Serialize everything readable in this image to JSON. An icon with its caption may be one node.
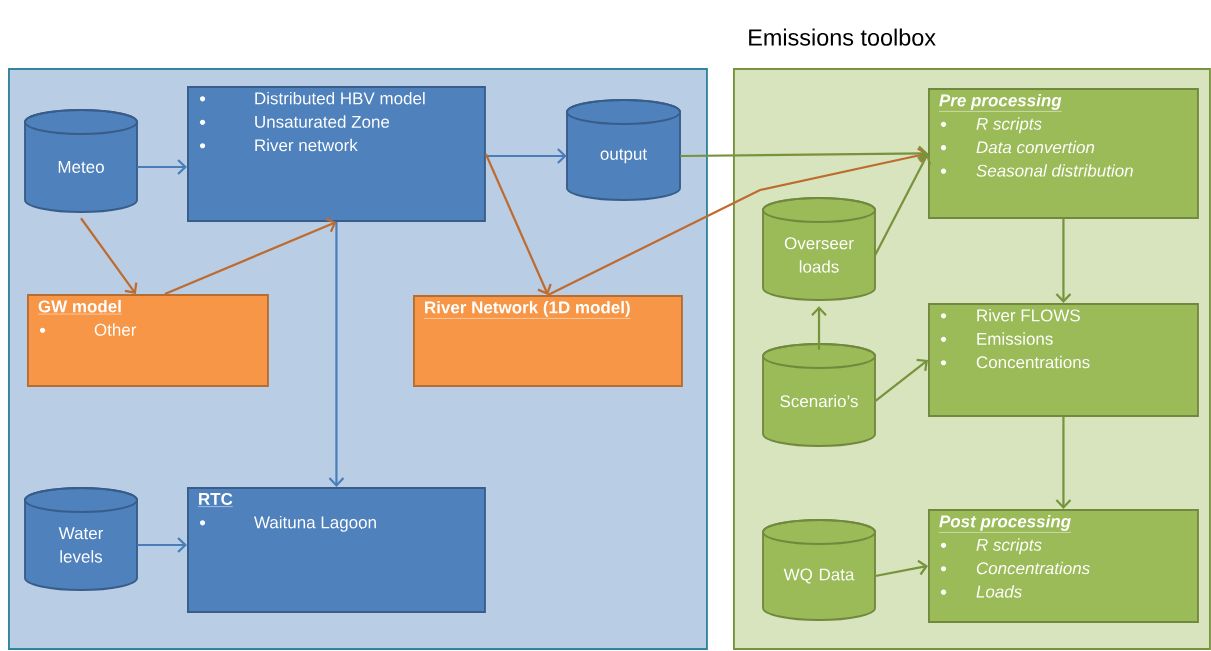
{
  "diagram": {
    "nodes": [
      {
        "text": [],
        "shape": "box"
      },
      {
        "text": [
          "Meteo"
        ],
        "in": 0
      },
      {
        "text": [
          "Distributed HBV model",
          "Unsaturated Zone",
          "River network"
        ],
        "in": 0
      },
      {
        "text": [
          "output"
        ],
        "in": 0
      },
      {
        "text": [
          "GW model",
          "Other"
        ],
        "in": 0
      },
      {
        "text": [
          "River Network (1D model)"
        ],
        "in": 0
      },
      {
        "text": [
          "Water levels"
        ],
        "in": 0
      },
      {
        "text": [
          "RTC",
          "Waituna Lagoon"
        ],
        "in": 0
      },
      {
        "text": [
          "Emissions toolbox"
        ]
      },
      {
        "text": [
          "Pre processing",
          "R scripts",
          "Data convertion",
          "Seasonal distribution"
        ],
        "in": 8
      },
      {
        "text": [
          "Overseer loads"
        ],
        "in": 8
      },
      {
        "text": [
          "River FLOWS",
          "Emissions",
          "Concentrations"
        ],
        "in": 8
      },
      {
        "text": [
          "Scenario’s"
        ],
        "in": 8
      },
      {
        "text": [
          "Post processing",
          "R scripts",
          "Concentrations",
          "Loads"
        ],
        "in": 8
      },
      {
        "text": [
          "WQ Data"
        ],
        "in": 8
      }
    ],
    "edges": [
      {
        "from": 1,
        "to": 2,
        "arrow": "to",
        "color": "#4a7ebb"
      },
      {
        "from": 2,
        "to": 3,
        "arrow": "to",
        "color": "#4a7ebb"
      },
      {
        "from": 1,
        "to": 4,
        "arrow": "to",
        "color": "#be6b2f"
      },
      {
        "from": 4,
        "to": 2,
        "arrow": "to",
        "color": "#be6b2f"
      },
      {
        "from": 2,
        "to": 5,
        "arrow": "to",
        "color": "#be6b2f"
      },
      {
        "from": 5,
        "to": 9,
        "arrow": "to",
        "color": "#be6b2f"
      },
      {
        "from": 3,
        "to": 9,
        "arrow": "to"
      },
      {
        "from": 2,
        "to": 7,
        "arrow": "to",
        "color": "#4a7ebb"
      },
      {
        "from": 6,
        "to": 7,
        "arrow": "to",
        "color": "#4a7ebb"
      },
      {
        "from": 10,
        "to": 9,
        "arrow": "to"
      },
      {
        "from": 12,
        "to": 10,
        "arrow": "to"
      },
      {
        "from": 12,
        "to": 11,
        "arrow": "to"
      },
      {
        "from": 9,
        "to": 11,
        "arrow": "to"
      },
      {
        "from": 11,
        "to": 13,
        "arrow": "to"
      },
      {
        "from": 14,
        "to": 13,
        "arrow": "to"
      }
    ]
  }
}
